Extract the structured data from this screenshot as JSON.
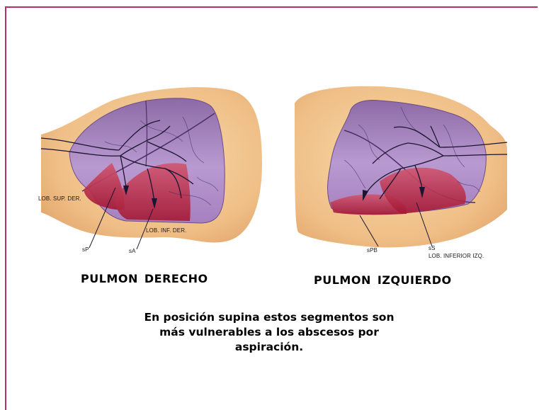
{
  "right_lung": {
    "title": "PULMON  DERECHO",
    "labels": {
      "sup": "LOB. SUP. DER.",
      "inf": "LOB. INF. DER.",
      "sp": "sP",
      "sa": "sA"
    }
  },
  "left_lung": {
    "title": "PULMON  IZQUIERDO",
    "labels": {
      "spb": "sPB",
      "ss": "sS",
      "inf": "LOB.  INFERIOR IZQ."
    }
  },
  "caption": {
    "line1": "En posición supina estos segmentos son",
    "line2": "más vulnerables a los abscesos por",
    "line3": "aspiración."
  },
  "colors": {
    "border": "#b0306a",
    "body": "#f0c089",
    "lung": "#b48ac8",
    "segment": "#c8284a"
  }
}
